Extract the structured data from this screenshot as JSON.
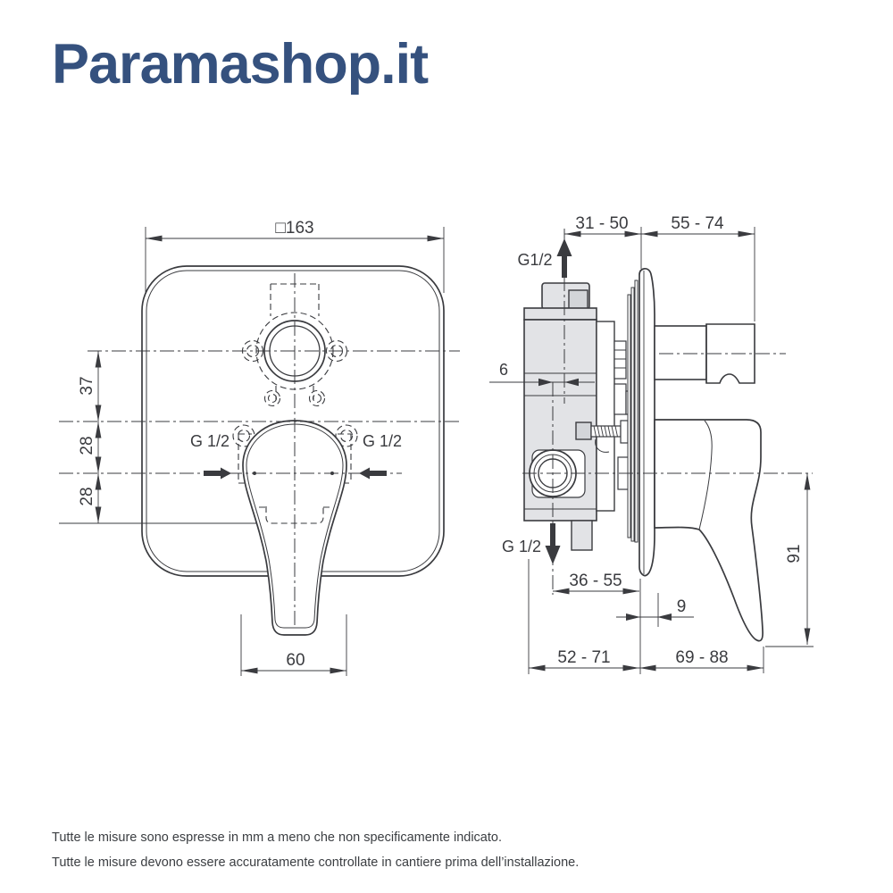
{
  "logo": {
    "text": "Paramashop.it",
    "color": "#35517e"
  },
  "footer": {
    "line1": "Tutte le misure sono espresse in mm a meno che non specificamente indicato.",
    "line2": "Tutte le misure devono essere accuratamente controllate in cantiere prima dell’installazione."
  },
  "drawing": {
    "line_color": "#3a3b3f",
    "body_fill": "#e2e3e6",
    "slab_fill": "#d3d5d9",
    "front_view": {
      "dim_plate": "□163",
      "dim_37": "37",
      "dim_28_upper": "28",
      "dim_28_lower": "28",
      "g12_left": "G 1/2",
      "g12_right": "G 1/2",
      "dim_60": "60"
    },
    "side_view": {
      "dim_31_50": "31 - 50",
      "dim_55_74": "55 - 74",
      "g12_top": "G1/2",
      "dim_6": "6",
      "g12_bottom": "G 1/2",
      "dim_36_55": "36 - 55",
      "dim_9": "9",
      "dim_52_71": "52 - 71",
      "dim_69_88": "69 - 88",
      "dim_91": "91"
    }
  }
}
